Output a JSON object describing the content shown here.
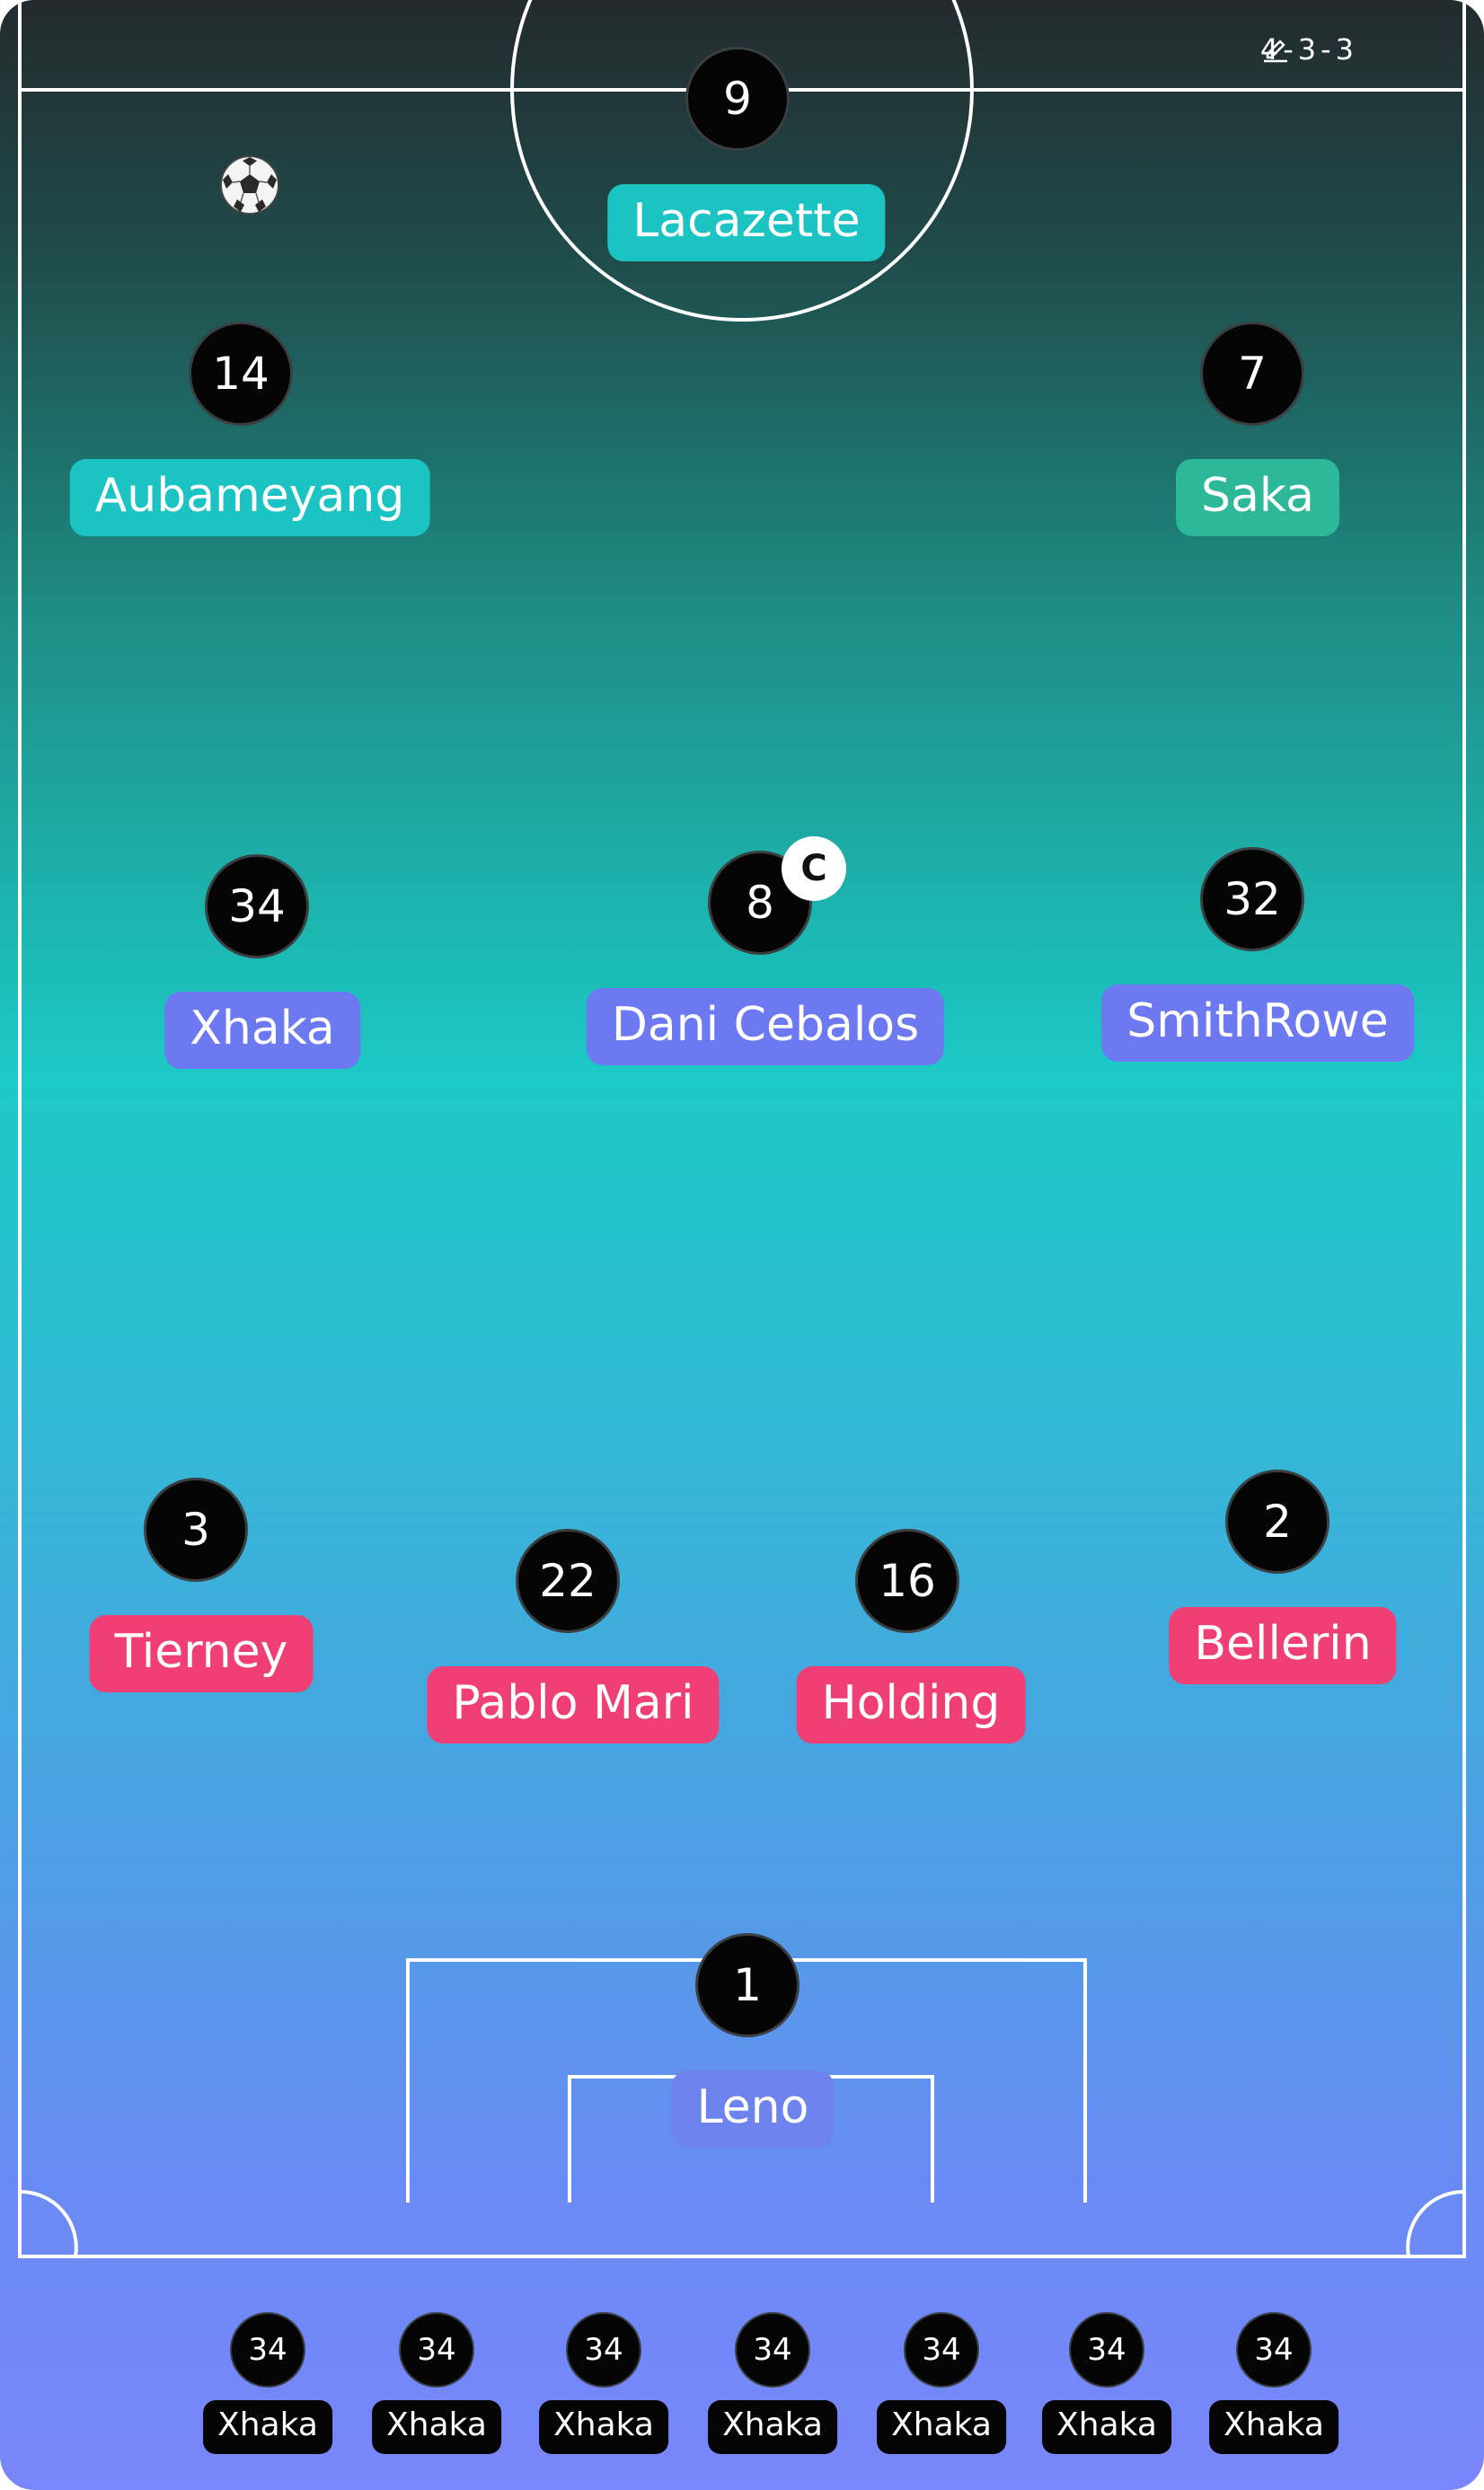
{
  "formation": {
    "label": "4-3-3",
    "edit_icon": "pencil-icon"
  },
  "ball_icon": "soccer-ball-icon",
  "captain": {
    "label": "C"
  },
  "players": {
    "gk": {
      "number": "1",
      "name": "Leno"
    },
    "lb": {
      "number": "3",
      "name": "Tierney"
    },
    "lcb": {
      "number": "22",
      "name": "Pablo Mari"
    },
    "rcb": {
      "number": "16",
      "name": "Holding"
    },
    "rb": {
      "number": "2",
      "name": "Bellerin"
    },
    "lcm": {
      "number": "34",
      "name": "Xhaka"
    },
    "cm": {
      "number": "8",
      "name": "Dani Cebalos"
    },
    "rcm": {
      "number": "32",
      "name": "SmithRowe"
    },
    "lw": {
      "number": "14",
      "name": "Aubameyang"
    },
    "st": {
      "number": "9",
      "name": "Lacazette"
    },
    "rw": {
      "number": "7",
      "name": "Saka"
    }
  },
  "bench": [
    {
      "number": "34",
      "name": "Xhaka"
    },
    {
      "number": "34",
      "name": "Xhaka"
    },
    {
      "number": "34",
      "name": "Xhaka"
    },
    {
      "number": "34",
      "name": "Xhaka"
    },
    {
      "number": "34",
      "name": "Xhaka"
    },
    {
      "number": "34",
      "name": "Xhaka"
    },
    {
      "number": "34",
      "name": "Xhaka"
    }
  ],
  "colors": {
    "forward_tag": "#1cc3c3",
    "forward_right_tag": "#2db89a",
    "midfield_tag": "#6d79f0",
    "defender_tag": "#ef3f74",
    "goalkeeper_tag": "#6f83ee",
    "number_circle": "#050505",
    "field_lines": "#ffffff"
  }
}
